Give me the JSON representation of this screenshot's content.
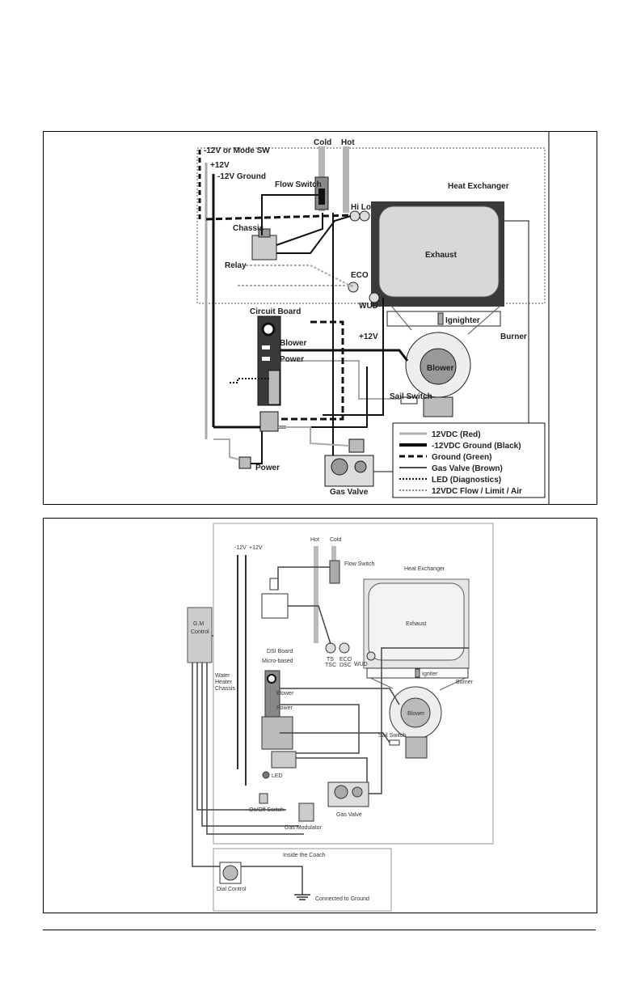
{
  "diagram_top": {
    "labels": {
      "neg12_mode": "-12V or Mode SW",
      "pos12": "+12V",
      "neg12_ground": "-12V Ground",
      "cold": "Cold",
      "hot": "Hot",
      "flow_switch": "Flow Switch",
      "heat_exchanger": "Heat Exchanger",
      "hi_lo": "Hi Lo",
      "chassis": "Chassis",
      "relay": "Relay",
      "exhaust": "Exhaust",
      "eco": "ECO",
      "circuit_board": "Circuit Board",
      "wud": "WUD",
      "ignighter": "Ignighter",
      "burner": "Burner",
      "pos12_board": "+12V",
      "blower_board": "Blower",
      "power_board": "Power",
      "blower": "Blower",
      "sail_switch": "Sail Switch",
      "power": "Power",
      "gas_valve": "Gas Valve"
    },
    "legend": [
      {
        "label": "12VDC (Red)",
        "style": "light"
      },
      {
        "label": "-12VDC Ground (Black)",
        "style": "thick"
      },
      {
        "label": "Ground (Green)",
        "style": "dashed"
      },
      {
        "label": "Gas Valve (Brown)",
        "style": "thin"
      },
      {
        "label": "LED (Diagnostics)",
        "style": "dotted"
      },
      {
        "label": "12VDC Flow / Limit / Air",
        "style": "light-dotted"
      }
    ]
  },
  "diagram_bottom": {
    "labels": {
      "neg12": "-12V",
      "pos12": "+12V",
      "hot": "Hot",
      "cold": "Cold",
      "flow_switch": "Flow Switch",
      "heat_exchanger": "Heat Exchanger",
      "gm_control_1": "G.M",
      "gm_control_2": "Control",
      "exhaust": "Exhaust",
      "water_heater_chassis_1": "Water",
      "water_heater_chassis_2": "Heater",
      "water_heater_chassis_3": "Chassis",
      "ts_1": "TS",
      "ts_2": "TSC",
      "eco_1": "ECO",
      "eco_2": "DSC",
      "dsi_board": "DSI Board",
      "micro_based": "Micro-based",
      "wud": "WUD",
      "igniter": "Igniter",
      "burner": "Burner",
      "blower_board": "Blower",
      "power_board": "Power",
      "blower": "Blower",
      "sail_switch": "Sail Switch",
      "led": "LED",
      "on_off_switch": "On/Off Switch",
      "gas_modulator": "Gas Modulator",
      "gas_valve": "Gas Valve",
      "inside_coach": "Inside the Coach",
      "dial_control": "Dial Control",
      "connected_ground": "Connected to Ground"
    }
  },
  "colors": {
    "wire_dark": "#1a1a1a",
    "wire_light": "#b0b0b0",
    "box_gray": "#cfcfcf",
    "exchanger_dark": "#3a3a3a"
  }
}
